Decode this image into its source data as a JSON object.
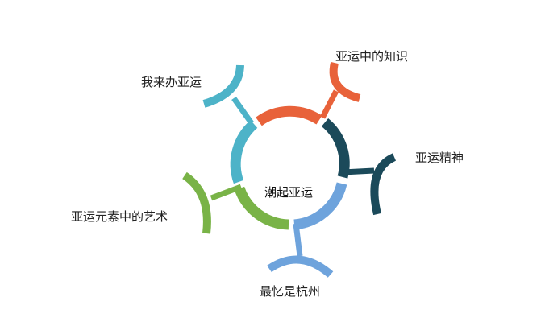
{
  "center": {
    "label": "潮起亚运"
  },
  "branches": [
    {
      "id": "knowledge",
      "label": "亚运中的知识",
      "color": "#e8623a"
    },
    {
      "id": "spirit",
      "label": "亚运精神",
      "color": "#1b4a5a"
    },
    {
      "id": "hangzhou",
      "label": "最忆是杭州",
      "color": "#6ea3dc"
    },
    {
      "id": "art",
      "label": "亚运元素中的艺术",
      "color": "#79b347"
    },
    {
      "id": "host",
      "label": "我来办亚运",
      "color": "#4db3c8"
    }
  ]
}
